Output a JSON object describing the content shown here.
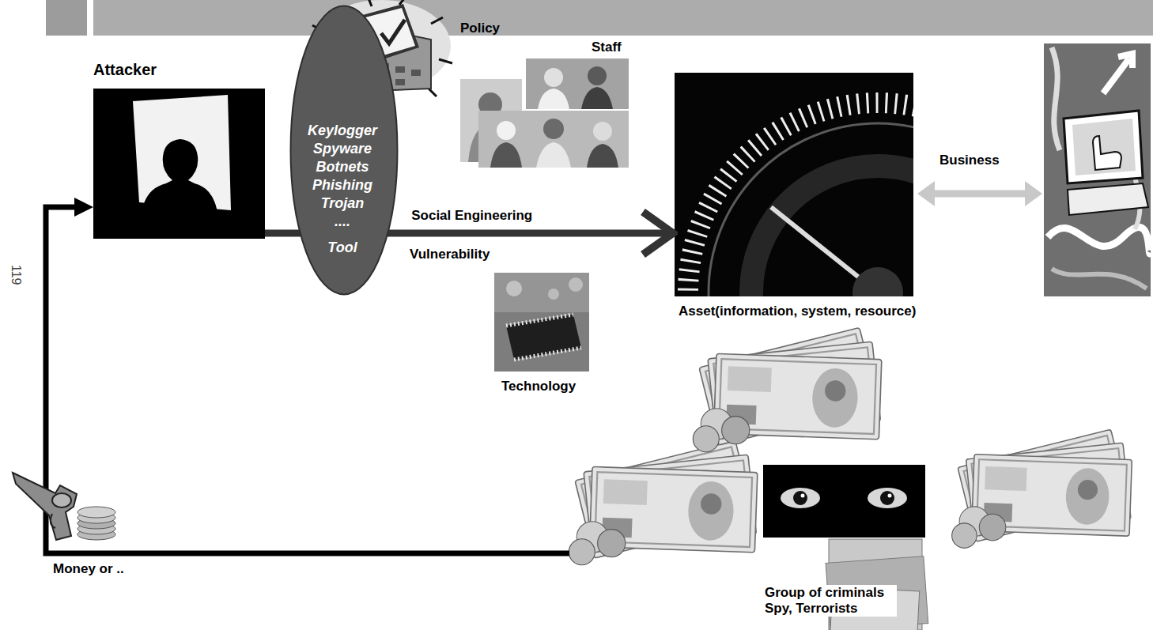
{
  "diagram": {
    "nodes": [
      {
        "text": [
          "Policy"
        ]
      },
      {
        "text": [
          "Staff"
        ]
      },
      {
        "text": [
          "Attacker"
        ]
      },
      {
        "text": [
          "Keylogger Spyware Botnets Phishing Trojan ....",
          "Tool"
        ]
      },
      {
        "text": [
          "Asset(information, system, resource)"
        ]
      },
      {
        "text": [
          "Technology"
        ]
      },
      {
        "text": [
          "Group of criminals Spy, Terrorists"
        ]
      }
    ],
    "edges": [
      {
        "from": 2,
        "to": 3,
        "arrow": "none"
      },
      {
        "from": 3,
        "to": 4,
        "label": "Social Engineering",
        "arrow": "to"
      },
      {
        "from": 6,
        "to": 2,
        "label": "Money or ..",
        "arrow": "to"
      }
    ],
    "labels": [
      "Vulnerability",
      "Business",
      "119"
    ]
  }
}
